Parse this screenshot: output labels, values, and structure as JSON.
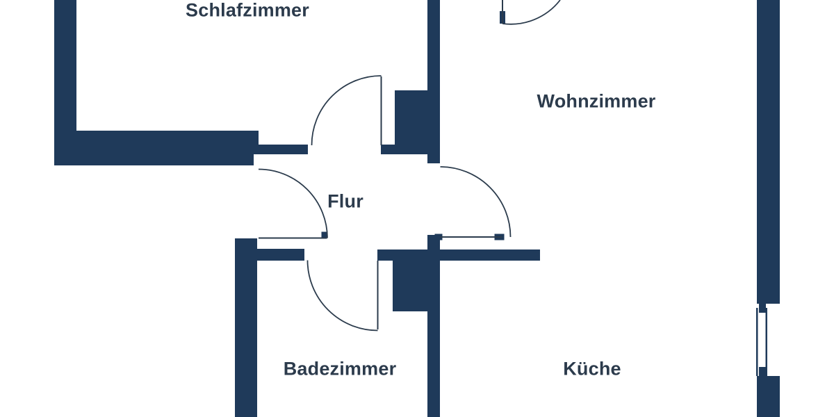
{
  "background": "#ffffff",
  "colors": {
    "wall": "#1f3a5a",
    "label": "#2c3b4c",
    "door_line": "#2b3b4c"
  },
  "rooms": [
    {
      "id": "schlafzimmer",
      "label": "Schlafzimmer"
    },
    {
      "id": "wohnzimmer",
      "label": "Wohnzimmer"
    },
    {
      "id": "flur",
      "label": "Flur"
    },
    {
      "id": "badezimmer",
      "label": "Badezimmer"
    },
    {
      "id": "kueche",
      "label": "Küche"
    }
  ],
  "elements": {
    "doors": [
      "entrance-door",
      "schlafzimmer-door",
      "flur-west-door",
      "wohnzimmer-door",
      "badezimmer-door"
    ],
    "windows": [
      "kueche-window"
    ],
    "door_count": 5,
    "window_count": 1
  }
}
